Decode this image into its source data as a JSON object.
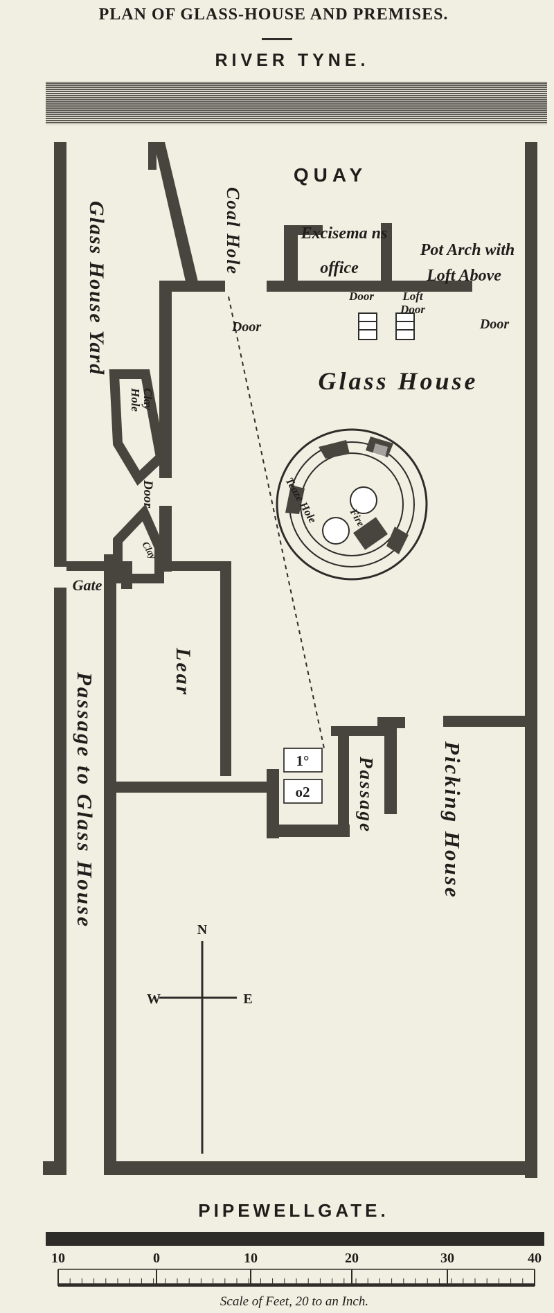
{
  "title": "PLAN OF GLASS-HOUSE AND PREMISES.",
  "labels": {
    "river": "RIVER TYNE.",
    "quay": "QUAY",
    "glass_house_yard": "Glass House Yard",
    "coal_hole": "Coal Hole",
    "excisemans_office_1": "Excisema ns",
    "excisemans_office_2": "office",
    "pot_arch_1": "Pot Arch with",
    "pot_arch_2": "Loft Above",
    "door": "Door",
    "loft_door_1": "Loft",
    "loft_door_2": "Door",
    "glass_house": "Glass House",
    "clay_hole_1": "Clay",
    "clay_hole_2": "Hole",
    "teaze_hole": "Teaze Hole",
    "fire": "Fire",
    "gate": "Gate",
    "lear": "Lear",
    "passage_to_glass_house": "Passage to Glass House",
    "passage": "Passage",
    "picking_house": "Picking House",
    "box_1": "1°",
    "box_2": "o2",
    "street": "PIPEWELLGATE."
  },
  "compass": {
    "n": "N",
    "w": "W",
    "e": "E"
  },
  "scale": {
    "ticks": [
      "10",
      "0",
      "10",
      "20",
      "30",
      "40"
    ],
    "caption": "Scale of Feet, 20 to an Inch."
  }
}
